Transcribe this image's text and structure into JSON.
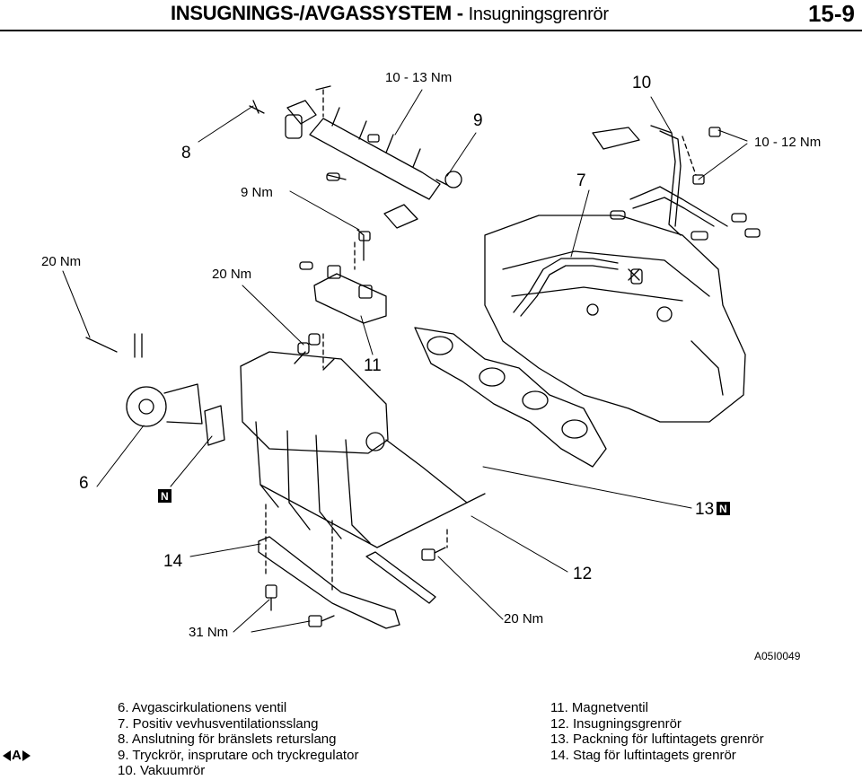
{
  "header": {
    "title": "INSUGNINGS-/AVGASSYSTEM  -",
    "subtitle": "Insugningsgrenrör",
    "page_number": "15-9"
  },
  "diagram": {
    "callouts": {
      "c8": "8",
      "c9": "9",
      "c10": "10",
      "c7": "7",
      "c11": "11",
      "c6": "6",
      "c13": "13",
      "c14": "14",
      "c12": "12"
    },
    "torques": {
      "t_10_13": "10 - 13 Nm",
      "t_10_12": "10 - 12 Nm",
      "t_9": "9 Nm",
      "t_20_left": "20 Nm",
      "t_20_mid": "20 Nm",
      "t_31": "31 Nm",
      "t_20_bottom": "20 Nm"
    },
    "n_marker": "N",
    "figure_code": "A05I0049"
  },
  "legend": {
    "left": [
      "6.  Avgascirkulationens ventil",
      "7.  Positiv  vevhusventilationsslang",
      "8.  Anslutning  för  bränslets  returslang",
      "9.  Tryckrör,  insprutare och tryckregulator",
      "10. Vakuumrör"
    ],
    "right": [
      "11.  Magnetventil",
      "12.  Insugningsgrenrör",
      "13.  Packning  för  luftintagets  grenrör",
      "14.  Stag  för  luftintagets  grenrör"
    ]
  },
  "nav": {
    "label": "A"
  }
}
